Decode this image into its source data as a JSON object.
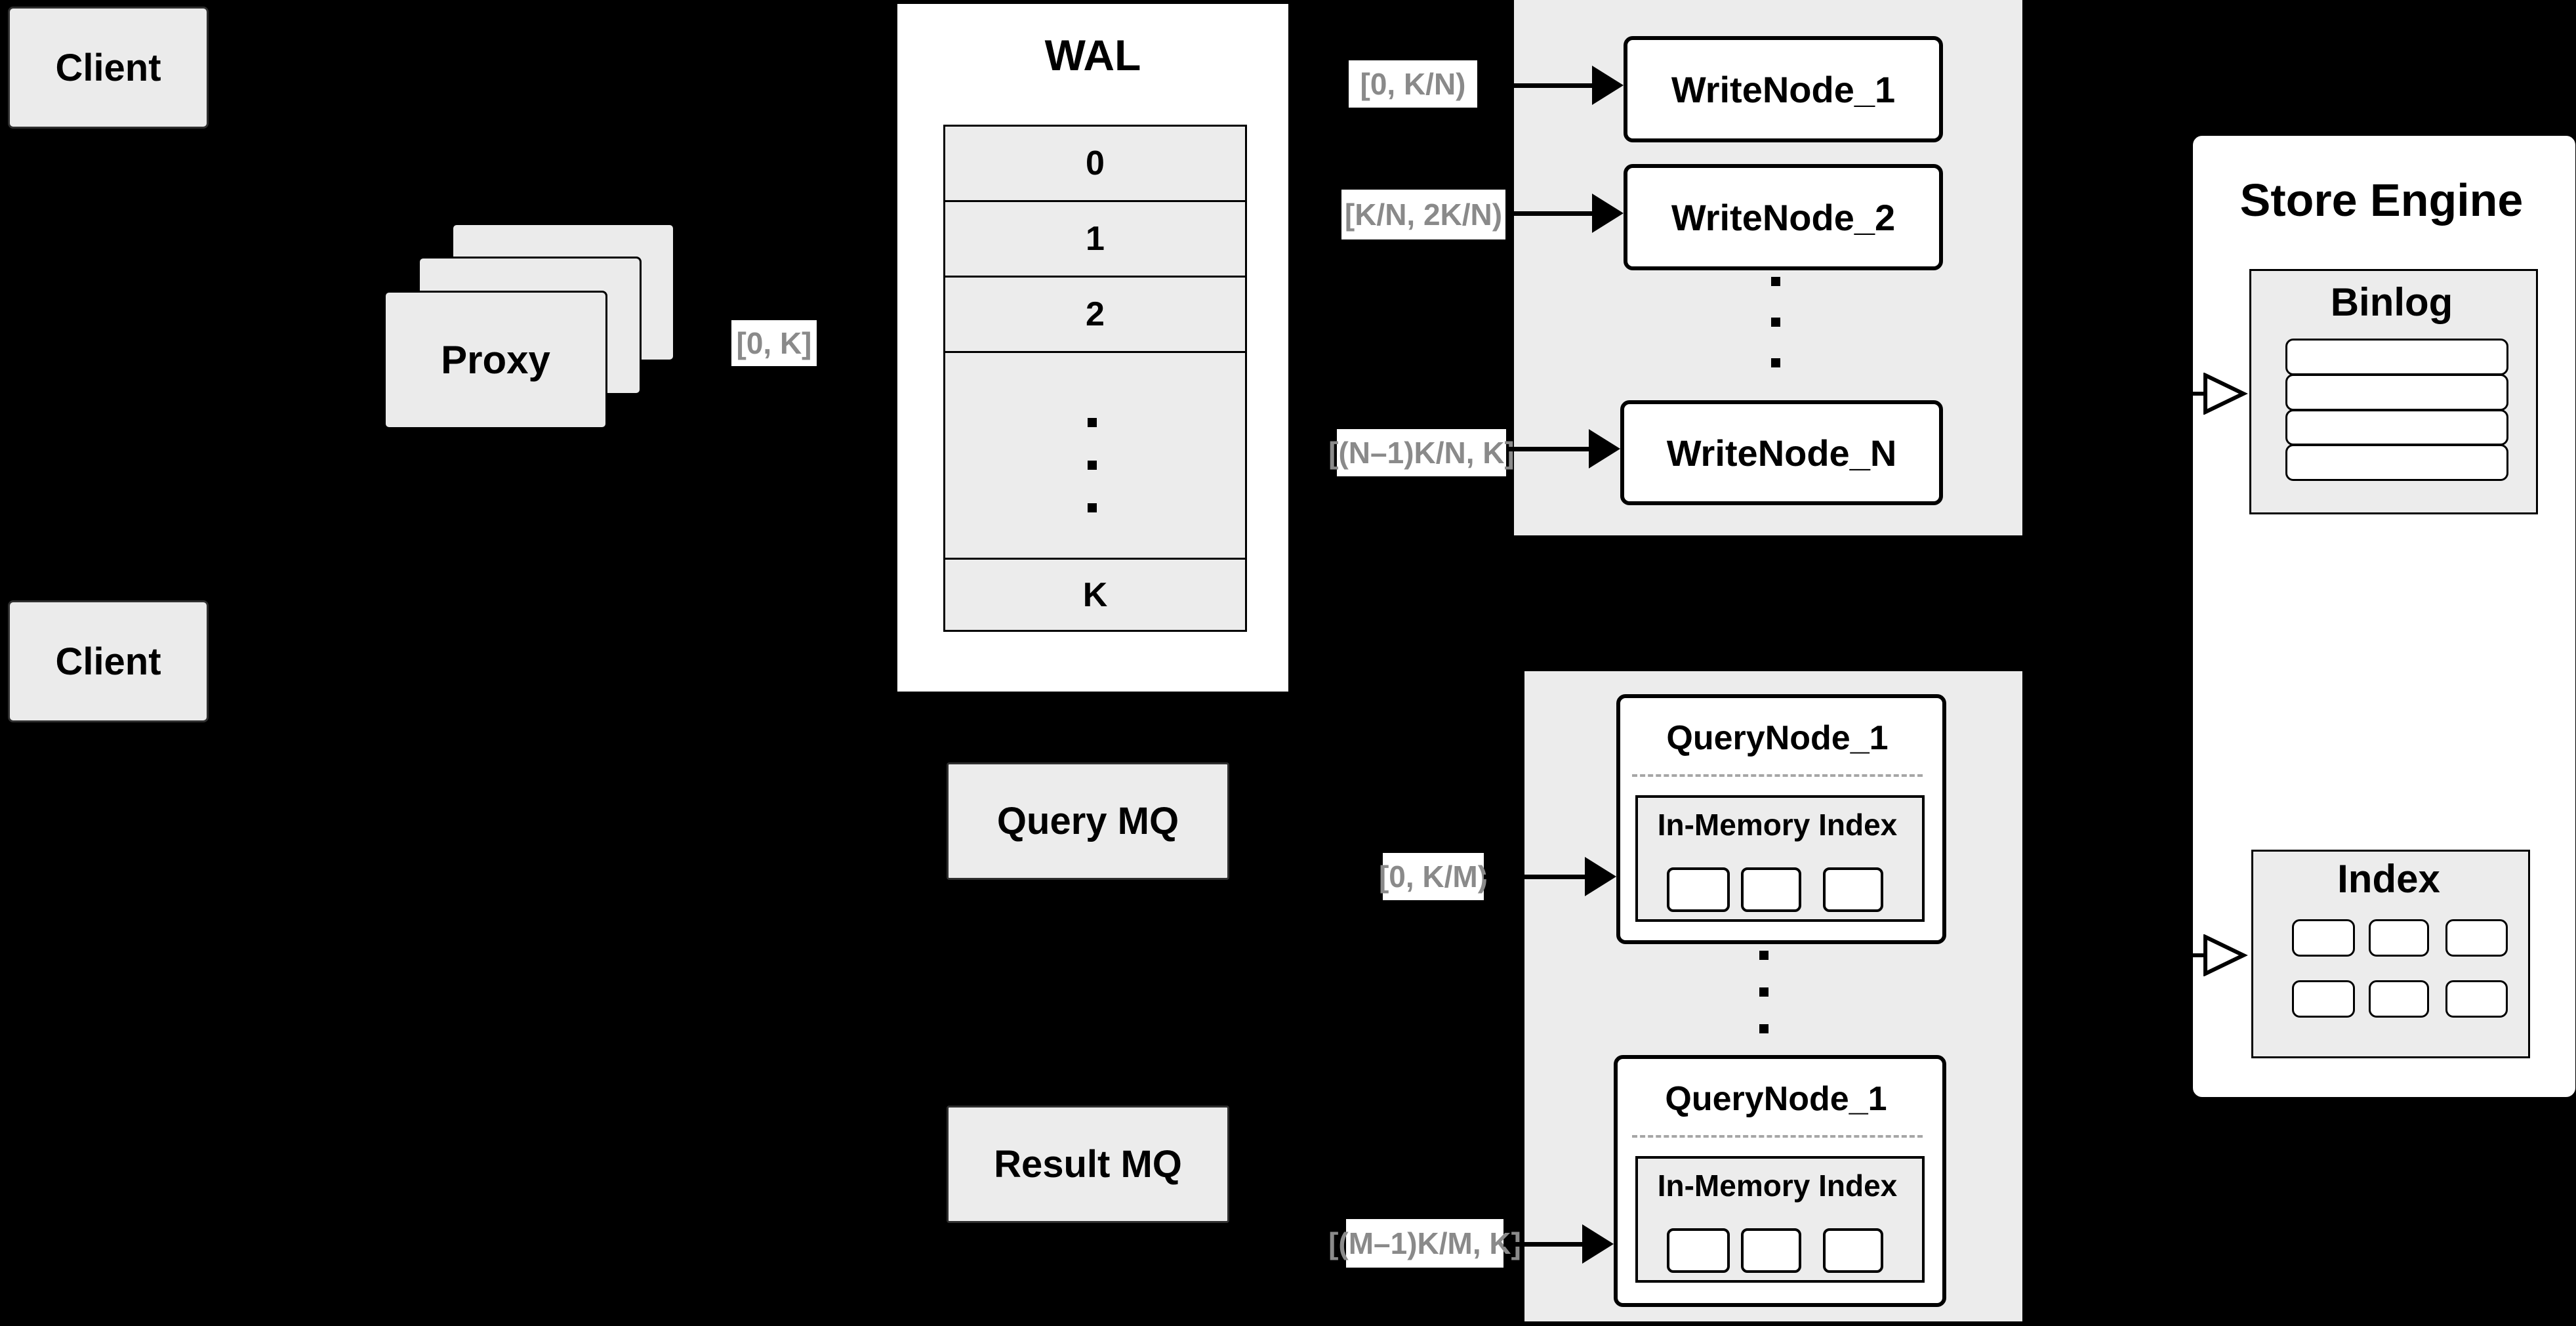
{
  "clients": {
    "top": "Client",
    "bottom": "Client"
  },
  "proxy": {
    "label": "Proxy"
  },
  "labels": {
    "proxy_range": "[0, K]",
    "write_ranges": [
      "[0, K/N)",
      "[K/N, 2K/N)",
      "[(N–1)K/N, K]"
    ],
    "query_ranges": [
      "[0, K/M)",
      "[(M–1)K/M, K]"
    ]
  },
  "wal": {
    "title": "WAL",
    "segments": [
      "0",
      "1",
      "2",
      "K"
    ]
  },
  "write_nodes": [
    "WriteNode_1",
    "WriteNode_2",
    "WriteNode_N"
  ],
  "mq": {
    "query": "Query MQ",
    "result": "Result MQ"
  },
  "query_nodes": [
    {
      "title": "QueryNode_1",
      "subtitle": "In-Memory Index"
    },
    {
      "title": "QueryNode_1",
      "subtitle": "In-Memory Index"
    }
  ],
  "store_engine": {
    "title": "Store Engine",
    "binlog": "Binlog",
    "index": "Index"
  },
  "colors": {
    "background": "#000000",
    "panel_gray": "#ececec",
    "card_gray": "#ebebeb",
    "box_white": "#ffffff",
    "range_label_text": "#8a8a8a",
    "line_black": "#000000"
  }
}
